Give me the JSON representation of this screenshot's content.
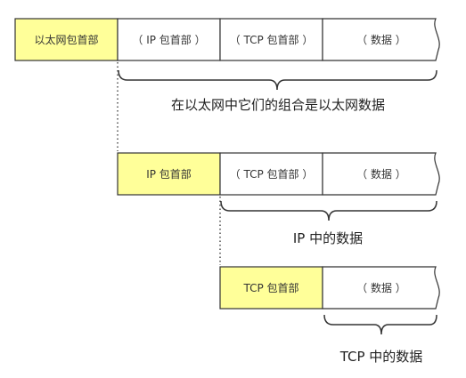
{
  "colors": {
    "header_fill": "#ffff99",
    "line": "#333333",
    "white": "#ffffff"
  },
  "rows": [
    {
      "header": "以太网包首部",
      "cells": [
        "（ IP 包首部 ）",
        "（ TCP 包首部 ）",
        "（ 数据 ）"
      ],
      "caption": "在以太网中它们的组合是以太网数据"
    },
    {
      "header": "IP 包首部",
      "cells": [
        "（ TCP 包首部 ）",
        "（ 数据 ）"
      ],
      "caption": "IP 中的数据"
    },
    {
      "header": "TCP 包首部",
      "cells": [
        "（ 数据 ）"
      ],
      "caption": "TCP 中的数据"
    }
  ]
}
